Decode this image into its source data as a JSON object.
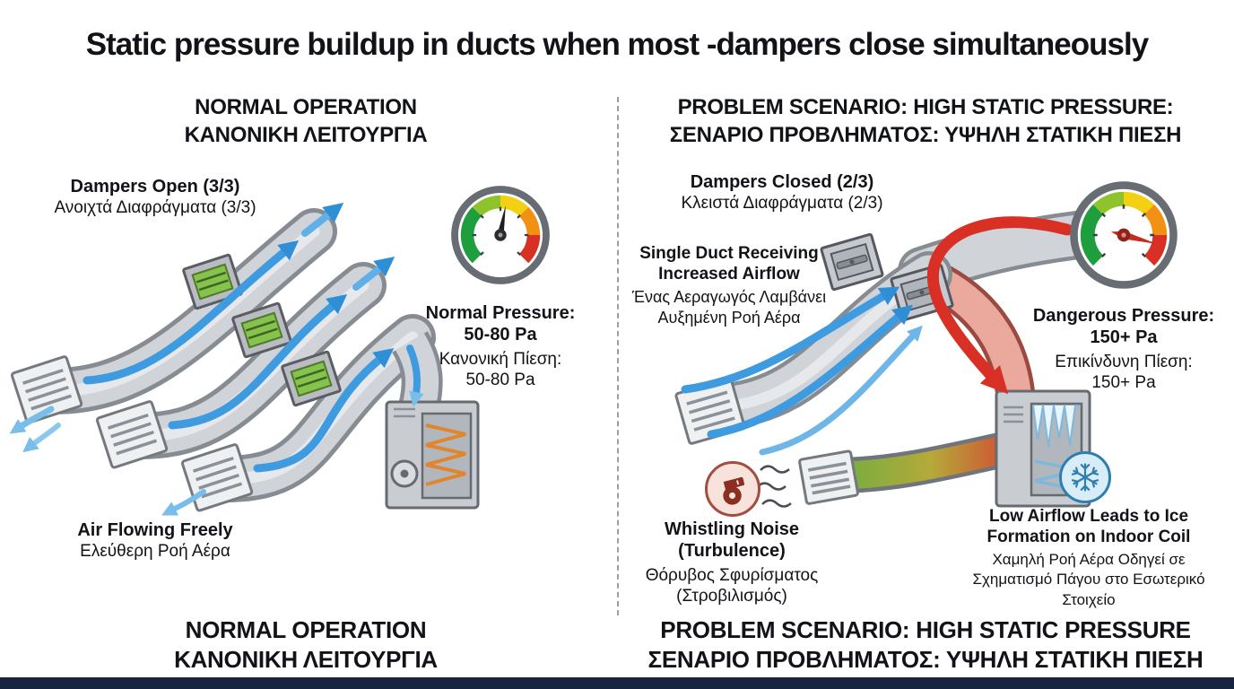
{
  "title": "Static pressure buildup in ducts when most -dampers close simultaneously",
  "normal": {
    "header_en": "NORMAL OPERATION",
    "header_el": "ΚΑΝΟΝΙΚΗ ΛΕΙΤΟΥΡΓΙΑ",
    "dampers_label_en": "Dampers Open (3/3)",
    "dampers_label_el": "Ανοιχτά Διαφράγματα (3/3)",
    "gauge_caption": {
      "line1_en": "Normal Pressure:",
      "line2_en": "50-80 Pa",
      "line1_el": "Κανονική Πίεση:",
      "line2_el": "50-80 Pa"
    },
    "airflow_label_en": "Air Flowing Freely",
    "airflow_label_el": "Ελεύθερη Ροή Αέρα",
    "footer_en": "NORMAL OPERATION",
    "footer_el": "ΚΑΝΟΝΙΚΗ ΛΕΙΤΟΥΡΓΙΑ"
  },
  "problem": {
    "header_en": "PROBLEM SCENARIO: HIGH STATIC PRESSURE:",
    "header_el": "ΣΕΝΑΡΙΟ ΠΡΟΒΛΗΜΑΤΟΣ: ΥΨΗΛΗ ΣΤΑΤΙΚΗ ΠΙΕΣΗ",
    "dampers_label_en": "Dampers Closed (2/3)",
    "dampers_label_el": "Κλειστά Διαφράγματα (2/3)",
    "single_duct": {
      "en1": "Single Duct Receiving",
      "en2": "Increased Airflow",
      "el1": "Ένας Αεραγωγός Λαμβάνει",
      "el2": "Αυξημένη Ροή Αέρα"
    },
    "gauge_caption": {
      "line1_en": "Dangerous Pressure:",
      "line2_en": "150+ Pa",
      "line1_el": "Επικίνδυνη Πίεση:",
      "line2_el": "150+ Pa"
    },
    "whistle": {
      "en1": "Whistling Noise",
      "en2": "(Turbulence)",
      "el1": "Θόρυβος Σφυρίσματος",
      "el2": "(Στροβιλισμός)"
    },
    "ice": {
      "en1": "Low Airflow Leads to Ice",
      "en2": "Formation on Indoor Coil",
      "el1": "Χαμηλή Ροή Αέρα Οδηγεί σε",
      "el2": "Σχηματισμό Πάγου στο Εσωτερικό",
      "el3": "Στοιχείο"
    },
    "footer_en": "PROBLEM SCENARIO: HIGH STATIC PRESSURE",
    "footer_el": "ΣΕΝΑΡΙΟ ΠΡΟΒΛΗΜΑΤΟΣ: ΥΨΗΛΗ ΣΤΑΤΙΚΗ ΠΙΕΣΗ"
  },
  "colors": {
    "airflow_blue": "#3f9be0",
    "danger_red": "#d93025",
    "damper_green": "#86c34c",
    "duct_gray": "#d0d4d9",
    "gauge_green": "#1f9e3e",
    "gauge_yellow": "#f2d012",
    "gauge_orange": "#f29013",
    "gauge_red": "#d93025",
    "footer_bar_navy": "#18243f"
  }
}
